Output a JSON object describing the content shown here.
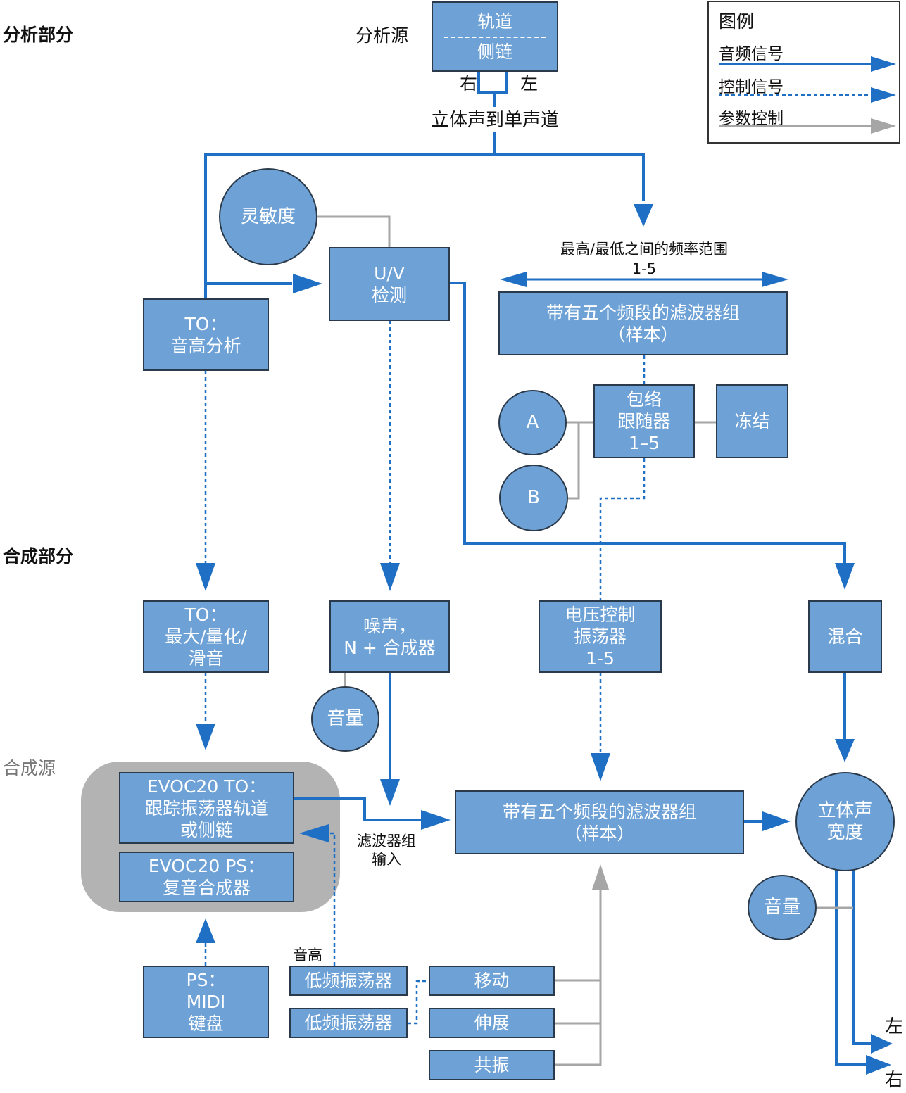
{
  "sections": {
    "analysis": "分析部分",
    "synthesis": "合成部分",
    "synth_source": "合成源"
  },
  "legend": {
    "title": "图例",
    "audio": "音频信号",
    "control": "控制信号",
    "param": "参数控制"
  },
  "analysis_source": {
    "label": "分析源",
    "top": "轨道",
    "bottom": "侧链",
    "right": "右",
    "left": "左",
    "stereo_to_mono": "立体声到单声道"
  },
  "sensitivity": "灵敏度",
  "uv": {
    "line1": "U/V",
    "line2": "检测"
  },
  "to_pitch": {
    "line1": "TO：",
    "line2": "音高分析"
  },
  "freq_range": {
    "line1": "最高/最低之间的频率范围",
    "line2": "1-5"
  },
  "analysis_bank": {
    "line1": "带有五个频段的滤波器组",
    "line2": "（样本）"
  },
  "envelope": {
    "line1": "包络",
    "line2": "跟随器",
    "line3": "1–5"
  },
  "freeze": "冻结",
  "knob_a": "A",
  "knob_b": "B",
  "to_max": {
    "line1": "TO：",
    "line2": "最大/量化/",
    "line3": "滑音"
  },
  "noise": {
    "line1": "噪声，",
    "line2": "N + 合成器"
  },
  "vco": {
    "line1": "电压控制",
    "line2": "振荡器",
    "line3": "1-5"
  },
  "mix": "混合",
  "volume_noise": "音量",
  "evoc_to": {
    "line1": "EVOC20 TO：",
    "line2": "跟踪振荡器轨道",
    "line3": "或侧链"
  },
  "evoc_ps": {
    "line1": "EVOC20 PS：",
    "line2": "复音合成器"
  },
  "filter_input": {
    "line1": "滤波器组",
    "line2": "输入"
  },
  "synthesis_bank": {
    "line1": "带有五个频段的滤波器组",
    "line2": "（样本）"
  },
  "stereo_width": {
    "line1": "立体声",
    "line2": "宽度"
  },
  "volume_out": "音量",
  "ps_midi": {
    "line1": "PS：",
    "line2": "MIDI",
    "line3": "键盘"
  },
  "pitch_label": "音高",
  "lfo1": "低频振荡器",
  "lfo2": "低频振荡器",
  "shift": "移动",
  "stretch": "伸展",
  "resonance": "共振",
  "out_left": "左",
  "out_right": "右",
  "colors": {
    "audio": "#1f6fc4",
    "control": "#1f6fc4",
    "param": "#a6a6a6",
    "box_fill": "#6ea2d6",
    "box_border": "#2b3a4a",
    "group_fill": "#b3b3b3"
  }
}
